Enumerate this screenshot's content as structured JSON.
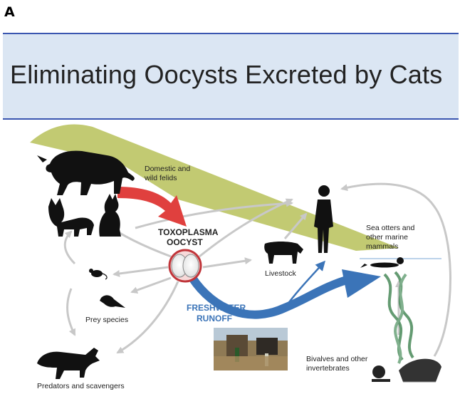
{
  "panel_label": "A",
  "slide": {
    "title": "Eliminating Oocysts Excreted by Cats"
  },
  "diagram": {
    "labels": {
      "felids": [
        "Domestic and",
        "wild felids"
      ],
      "oocyst": [
        "TOXOPLASMA",
        "OOCYST"
      ],
      "livestock": "Livestock",
      "marine": [
        "Sea otters and",
        "other marine",
        "mammals"
      ],
      "runoff": [
        "FRESHWATER",
        "RUNOFF"
      ],
      "prey": "Prey species",
      "predators": "Predators and scavengers",
      "bivalves": [
        "Bivalves and other",
        "invertebrates"
      ]
    },
    "colors": {
      "title_band": "#dbe6f3",
      "title_rule": "#3a56b0",
      "hill": "#b7c159",
      "red_arrow": "#e0403e",
      "runoff": "#3b74b8",
      "gray_arrow": "#c8c8c8",
      "seaweed": "#4a8a5a"
    },
    "icons": [
      "mountain-lion-icon",
      "bobcat-icon",
      "house-cat-icon",
      "human-icon",
      "cow-icon",
      "mouse-icon",
      "bird-icon",
      "fox-icon",
      "sea-otter-icon",
      "oyster-icon",
      "snail-icon",
      "kelp-icon",
      "village-photo"
    ]
  }
}
